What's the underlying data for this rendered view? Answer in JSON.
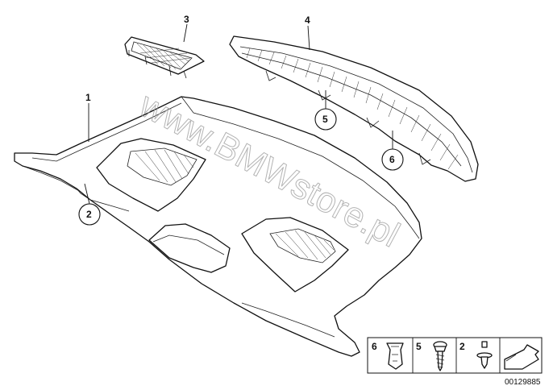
{
  "watermark": "www.BMWstore.pl",
  "callouts": {
    "c1": "1",
    "c2": "2",
    "c3": "3",
    "c4": "4",
    "c5": "5",
    "c6": "6"
  },
  "legend": {
    "item6": "6",
    "item5": "5",
    "item2": "2"
  },
  "diagram_code": "00129885"
}
